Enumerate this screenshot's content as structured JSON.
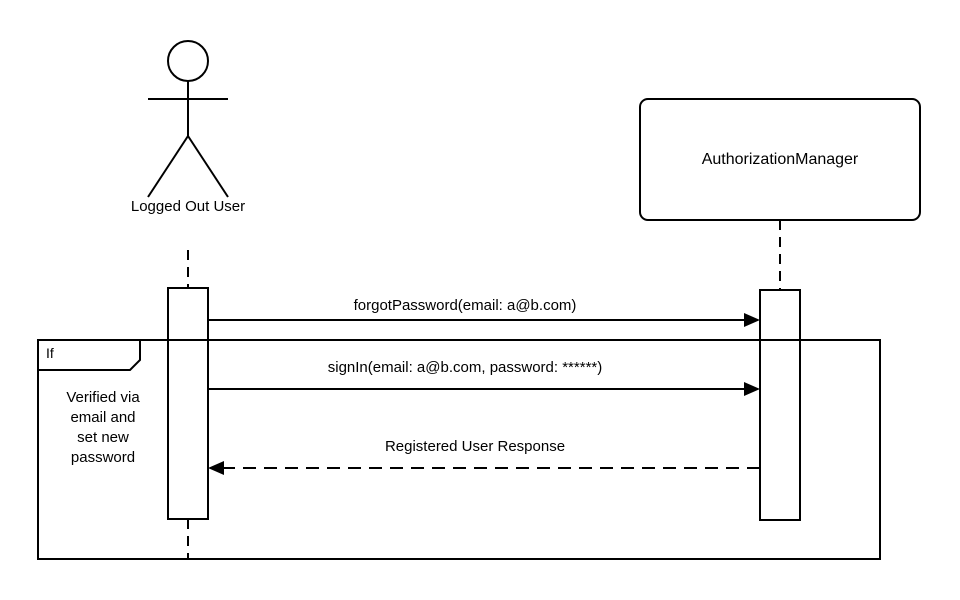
{
  "diagram": {
    "type": "uml-sequence-diagram",
    "colors": {
      "line": "#000000",
      "background": "#ffffff",
      "fill": "#ffffff"
    },
    "actor": {
      "label": "Logged Out User"
    },
    "object": {
      "label": "AuthorizationManager"
    },
    "fragment": {
      "operator": "If",
      "guard": "Verified via\nemail and\nset new\npassword"
    },
    "messages": [
      {
        "label": "forgotPassword(email: a@b.com)",
        "from": "Logged Out User",
        "to": "AuthorizationManager",
        "style": "solid-arrow"
      },
      {
        "label": "signIn(email: a@b.com, password: ******)",
        "from": "Logged Out User",
        "to": "AuthorizationManager",
        "style": "solid-arrow"
      },
      {
        "label": "Registered User Response",
        "from": "AuthorizationManager",
        "to": "Logged Out User",
        "style": "dashed-return-arrow"
      }
    ]
  }
}
